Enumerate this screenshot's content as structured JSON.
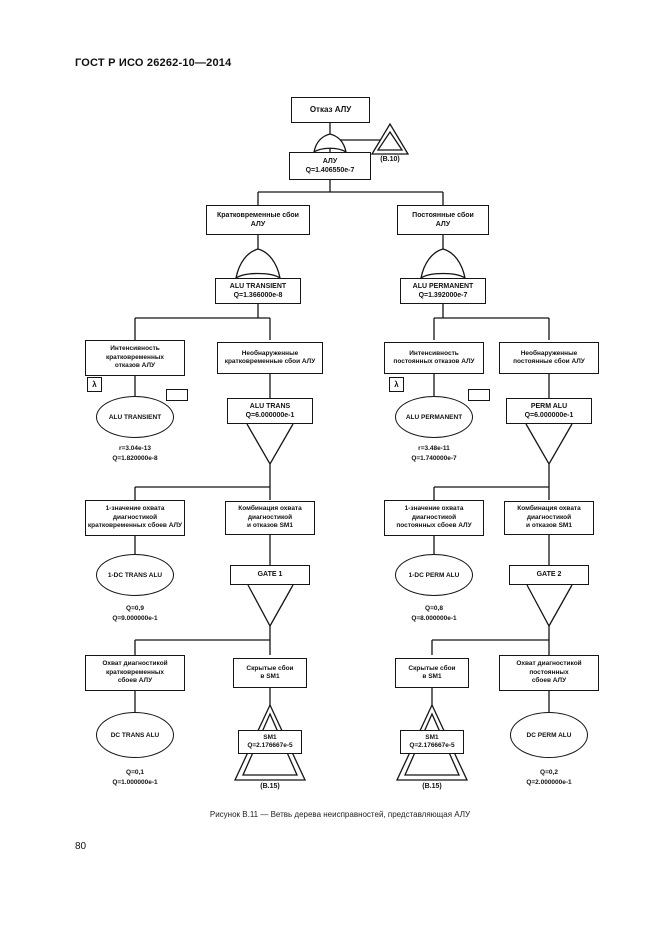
{
  "page": {
    "header": "ГОСТ Р ИСО 26262-10—2014",
    "page_number": "80",
    "caption": "Рисунок В.11 — Ветвь дерева неисправностей, представляющая АЛУ"
  },
  "colors": {
    "line": "#151515",
    "background": "#ffffff"
  },
  "tree": {
    "top_event": "Отказ АЛУ",
    "gate_alu": "АЛУ\nQ=1.406550e-7",
    "transfer_b10": "(В.10)",
    "event_transient_faults": "Кратковременные сбои\nАЛУ",
    "event_permanent_faults": "Постоянные сбои\nАЛУ",
    "gate_alu_transient": "ALU TRANSIENT\nQ=1.366000e-8",
    "gate_alu_permanent": "ALU PERMANENT\nQ=1.392000e-7",
    "event_rate_transient": "Интенсивность\nкратковременных\nотказов АЛУ",
    "event_undetected_transient": "Необнаруженные\nкратковременные сбои АЛУ",
    "event_rate_permanent": "Интенсивность\nпостоянных отказов АЛУ",
    "event_undetected_permanent": "Необнаруженные\nпостоянные сбои АЛУ",
    "lambda_symbol": "λ",
    "basic_alu_transient": "ALU TRANSIENT",
    "basic_alu_transient_values": "r=3.04e-13\nQ=1.820000e-8",
    "basic_alu_permanent": "ALU PERMANENT",
    "basic_alu_permanent_values": "r=3.48e-11\nQ=1.740000e-7",
    "gate_alu_trans": "ALU TRANS\nQ=6.000000e-1",
    "gate_perm_alu": "PERM ALU\nQ=6.000000e-1",
    "event_one_minus_dc_transient": "1-значение охвата\nдиагностикой\nкратковременных сбоев АЛУ",
    "event_one_minus_dc_permanent": "1-значение охвата\nдиагностикой\nпостоянных сбоев АЛУ",
    "event_combination_sm1": "Комбинация охвата\nдиагностикой\nи отказов SM1",
    "basic_one_dc_trans": "1-DC TRANS ALU",
    "basic_one_dc_trans_values": "Q=0,9\nQ=9.000000e-1",
    "basic_one_dc_perm": "1-DC PERM ALU",
    "basic_one_dc_perm_values": "Q=0,8\nQ=8.000000e-1",
    "gate_1": "GATE 1",
    "gate_2": "GATE 2",
    "event_dc_transient": "Охват диагностикой\nкратковременных\nсбоев АЛУ",
    "event_dc_permanent": "Охват диагностикой\nпостоянных\nсбоев АЛУ",
    "event_latent_sm1": "Скрытые сбои\nв SM1",
    "basic_dc_trans": "DC TRANS ALU",
    "basic_dc_trans_values": "Q=0,1\nQ=1.000000e-1",
    "basic_dc_perm": "DC PERM ALU",
    "basic_dc_perm_values": "Q=0,2\nQ=2.000000e-1",
    "transfer_sm1": "SM1\nQ=2.176667e-5",
    "transfer_b15": "(В.15)"
  }
}
